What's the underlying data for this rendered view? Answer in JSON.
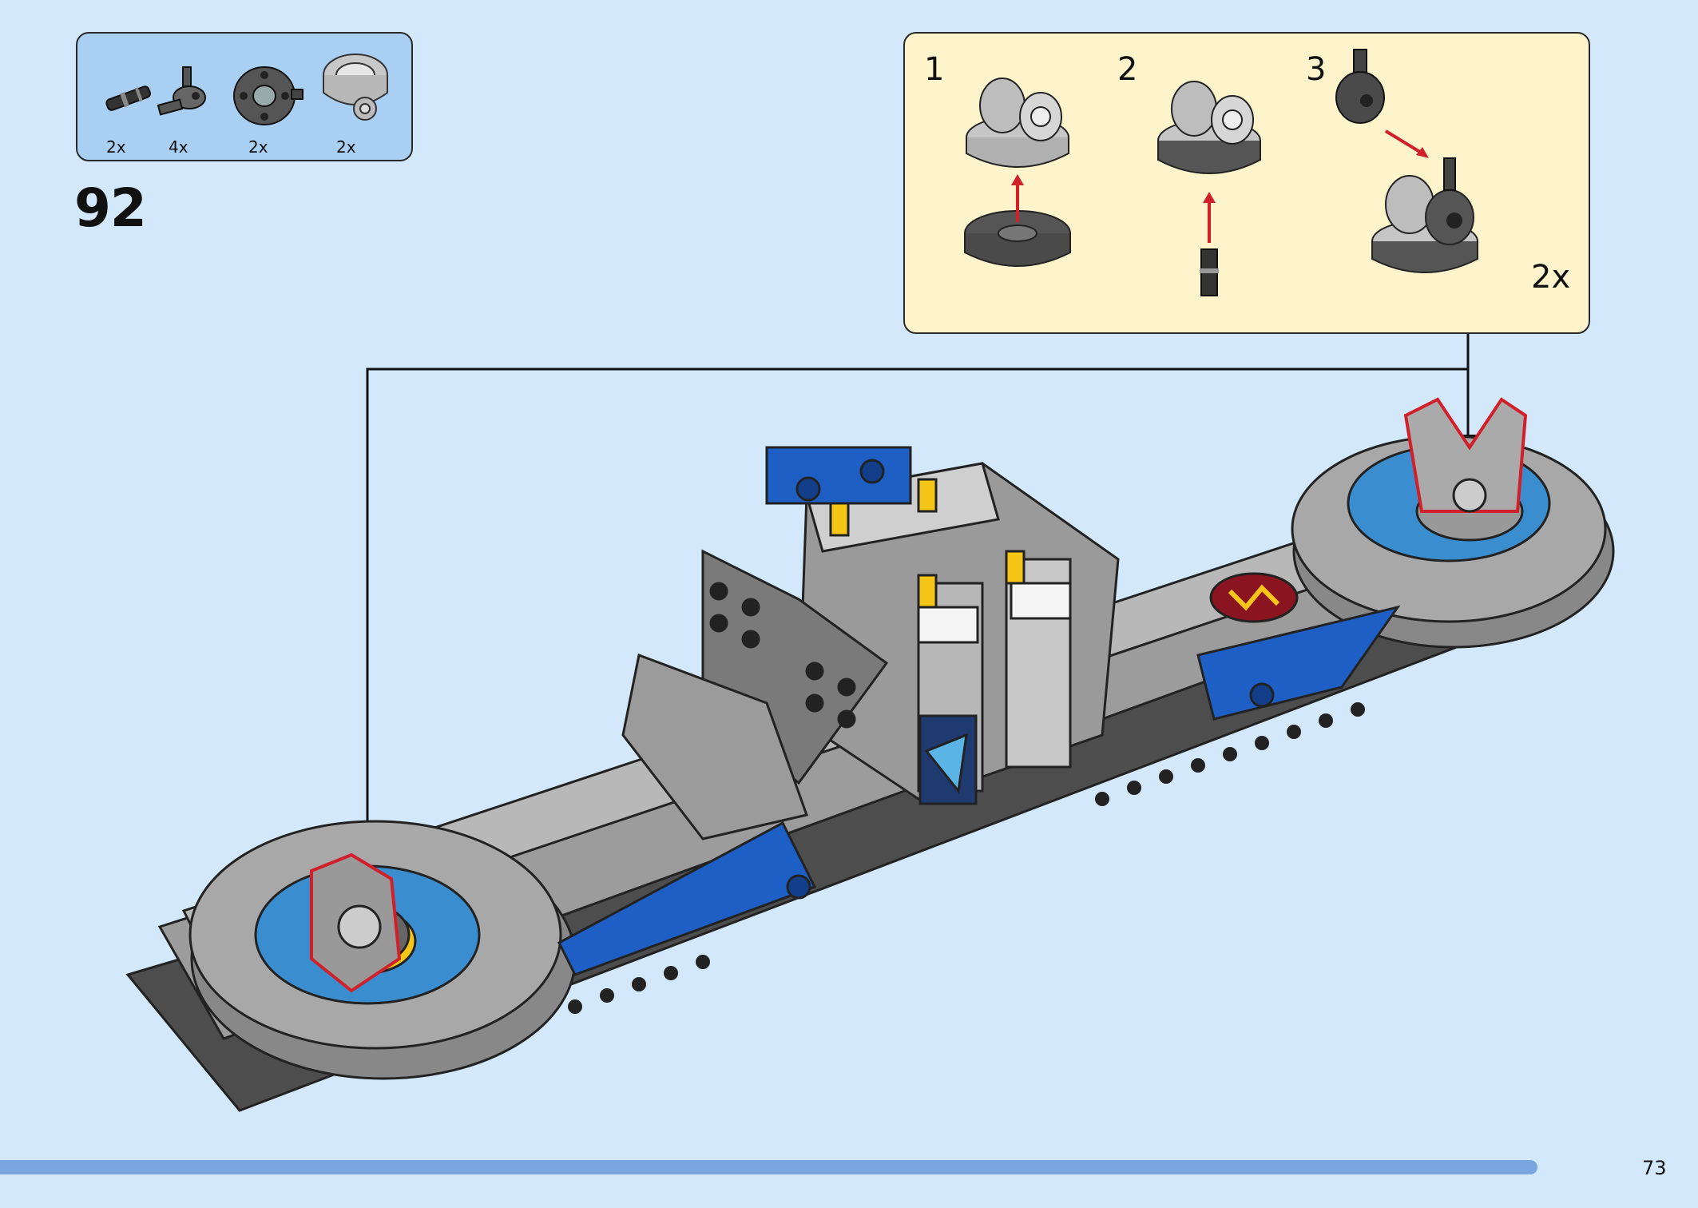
{
  "step_number": "92",
  "parts_list": [
    {
      "name": "axle-pin-connector",
      "qty": "2x"
    },
    {
      "name": "ball-joint-connector",
      "qty": "4x"
    },
    {
      "name": "round-plate-dark",
      "qty": "2x"
    },
    {
      "name": "turntable-base-light",
      "qty": "2x"
    }
  ],
  "sub_assembly": {
    "steps": [
      "1",
      "2",
      "3"
    ],
    "multiplier": "2x"
  },
  "page_number": "73",
  "progress": 0.95,
  "colors": {
    "background": "#d3e9fb",
    "parts_box": "#a9cff3",
    "sub_box": "#fdf4cc",
    "progress": "#7aa6e0",
    "arrow": "#d0202a"
  }
}
